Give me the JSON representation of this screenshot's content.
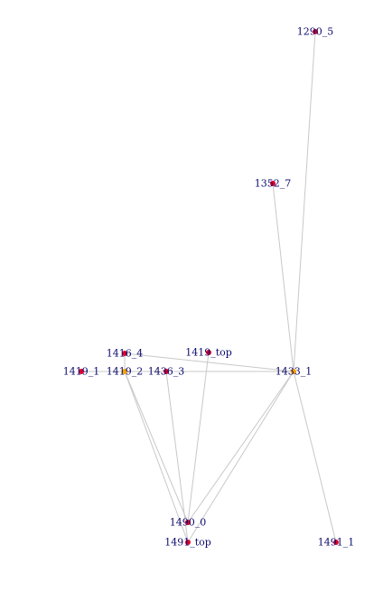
{
  "graph": {
    "colors": {
      "edge": "#c8c8c8",
      "node_primary": "#e0002a",
      "node_secondary": "#f5a300",
      "label": "#0a0a6e"
    },
    "nodes": [
      {
        "id": "1290_5",
        "label": "1290_5",
        "kind": "primary"
      },
      {
        "id": "1352_7",
        "label": "1352_7",
        "kind": "primary"
      },
      {
        "id": "1416_4",
        "label": "1416_4",
        "kind": "primary"
      },
      {
        "id": "1419_top",
        "label": "1419_top",
        "kind": "primary"
      },
      {
        "id": "1419_1",
        "label": "1419_1",
        "kind": "primary"
      },
      {
        "id": "1419_2",
        "label": "1419_2",
        "kind": "secondary"
      },
      {
        "id": "1436_3",
        "label": "1436_3",
        "kind": "primary"
      },
      {
        "id": "1433_1",
        "label": "1433_1",
        "kind": "secondary"
      },
      {
        "id": "1490_0",
        "label": "1490_0",
        "kind": "primary"
      },
      {
        "id": "1491_top",
        "label": "1491_top",
        "kind": "primary"
      },
      {
        "id": "1491_1",
        "label": "1491_1",
        "kind": "primary"
      }
    ],
    "edges": [
      [
        "1290_5",
        "1433_1"
      ],
      [
        "1352_7",
        "1433_1"
      ],
      [
        "1416_4",
        "1433_1"
      ],
      [
        "1416_4",
        "1419_2"
      ],
      [
        "1419_1",
        "1419_2"
      ],
      [
        "1419_2",
        "1433_1"
      ],
      [
        "1419_2",
        "1490_0"
      ],
      [
        "1419_2",
        "1491_top"
      ],
      [
        "1436_3",
        "1491_top"
      ],
      [
        "1419_top",
        "1490_0"
      ],
      [
        "1433_1",
        "1490_0"
      ],
      [
        "1433_1",
        "1491_top"
      ],
      [
        "1433_1",
        "1491_1"
      ]
    ]
  }
}
